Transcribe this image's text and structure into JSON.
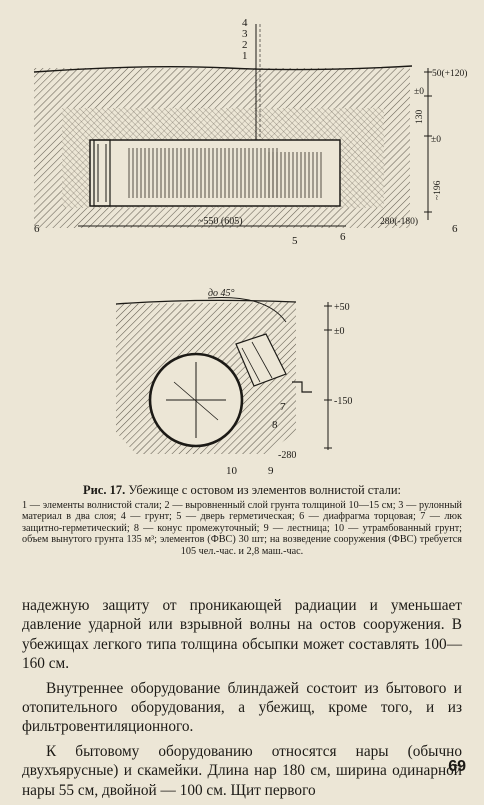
{
  "figure_top": {
    "callouts": [
      "4",
      "3",
      "2",
      "1"
    ],
    "right_dims": [
      "50(+120)",
      "±0",
      "130",
      "±0",
      "~196",
      "280(-180)"
    ],
    "bottom_dim": "~550 (605)",
    "labels": [
      "6",
      "6",
      "5",
      "6"
    ]
  },
  "figure_bottom": {
    "slope_label": "до 45°",
    "right_dims": [
      "+50",
      "±0",
      "-150",
      "-280"
    ],
    "labels": [
      "7",
      "8",
      "10",
      "9"
    ]
  },
  "caption": {
    "fig_label": "Рис. 17.",
    "title": "Убежище с остовом из элементов волнистой стали:",
    "legend": "1 — элементы волнистой стали; 2 — выровненный слой грунта толщиной 10—15 см; 3 — рулонный материал в два слоя; 4 — грунт; 5 — дверь герметическая; 6 — диафрагма торцовая; 7 — люк защитно-герметический; 8 — конус промежуточный; 9 — лестница; 10 — утрамбованный грунт; объем вынутого грунта 135 м³; элементов (ФВС) 30 шт; на возведение сооружения (ФВС) требуется 105 чел.-час. и 2,8 маш.-час."
  },
  "paragraphs": [
    "надежную защиту от проникающей радиации и уменьшает давление ударной или взрывной волны на остов сооружения. В убежищах легкого типа толщина обсыпки может составлять 100—160 см.",
    "Внутреннее оборудование блиндажей состоит из бытового и отопительного оборудования, а убежищ, кроме того, и из фильтровентиляционного.",
    "К бытовому оборудованию относятся нары (обычно двухъярусные) и скамейки. Длина нар 180 см, ширина одинарной нары 55 см, двойной — 100 см. Щит первого"
  ],
  "page_number": "69"
}
